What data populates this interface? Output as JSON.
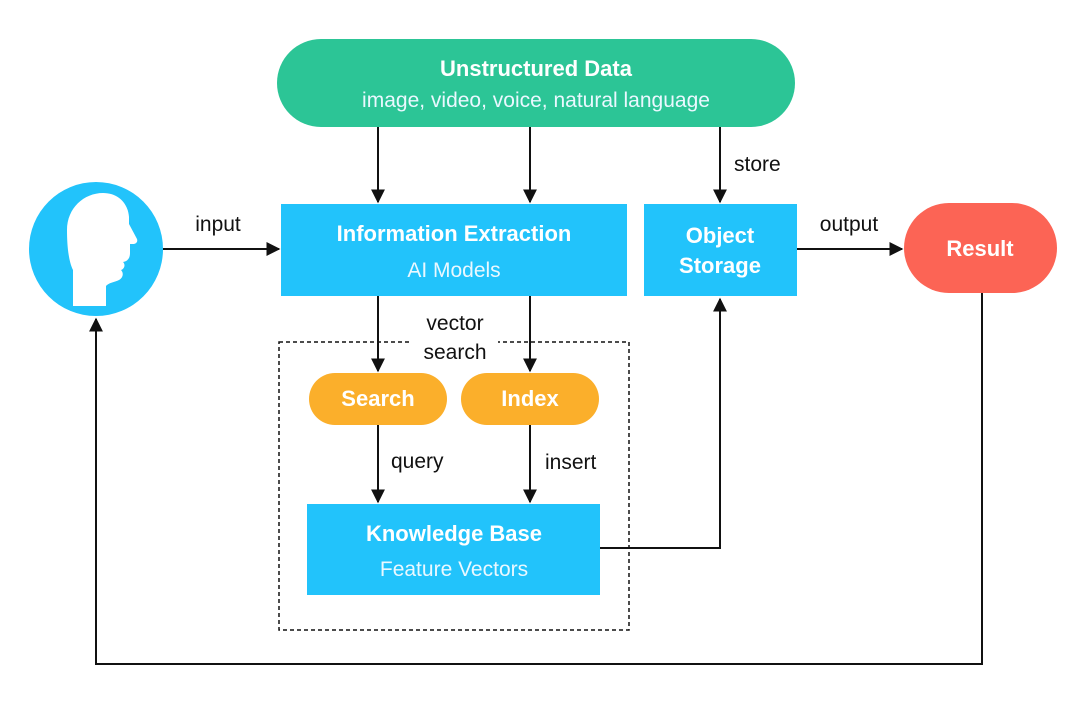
{
  "colors": {
    "green": "#2cc596",
    "blue": "#22c3fb",
    "orange": "#fbaf2b",
    "red": "#fc6455",
    "line": "#111111"
  },
  "nodes": {
    "unstructured_data": {
      "title": "Unstructured Data",
      "subtitle": "image, video, voice, natural language"
    },
    "information_extraction": {
      "title": "Information Extraction",
      "subtitle": "AI Models"
    },
    "object_storage": {
      "title_line1": "Object",
      "title_line2": "Storage"
    },
    "result": {
      "title": "Result"
    },
    "search": {
      "title": "Search"
    },
    "index": {
      "title": "Index"
    },
    "knowledge_base": {
      "title": "Knowledge Base",
      "subtitle": "Feature Vectors"
    },
    "user": {
      "icon": "human-head-icon"
    }
  },
  "edges": {
    "input": "input",
    "output": "output",
    "store": "store",
    "vector_search_line1": "vector",
    "vector_search_line2": "search",
    "query": "query",
    "insert": "insert"
  }
}
